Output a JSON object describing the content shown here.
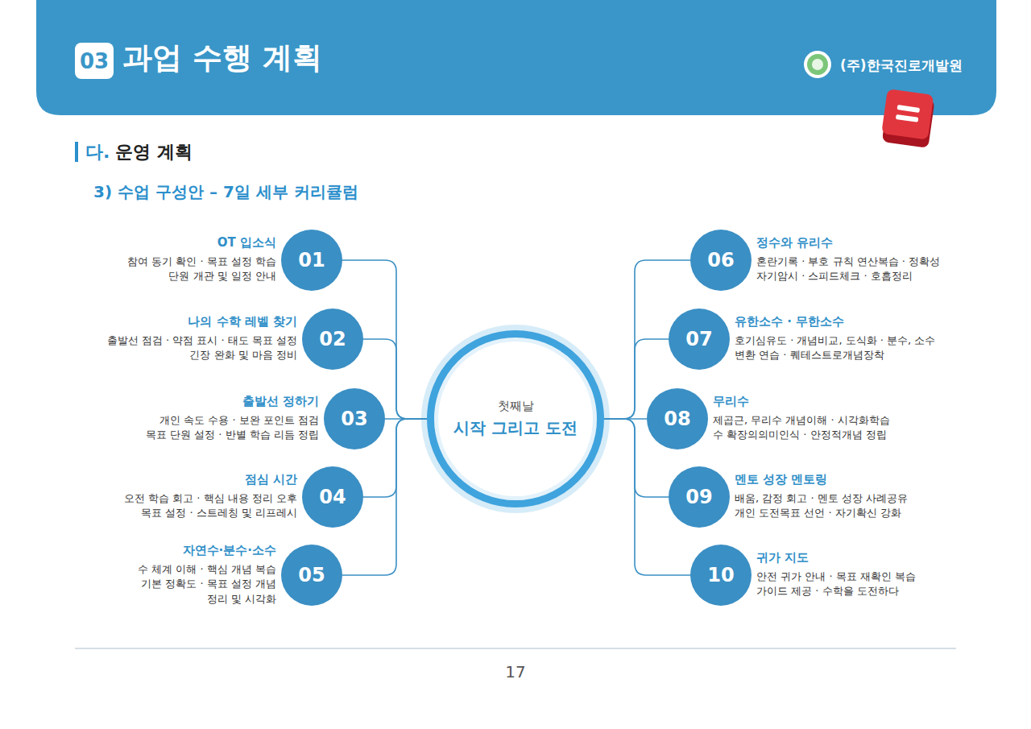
{
  "diagram": {
    "title": "과업 수행 계획",
    "nodes": [
      {
        "text": [
          "03"
        ]
      },
      {
        "text": [
          "01",
          "OT 입소식",
          "참여 동기 확인 · 목표 설정 학습 단원 개관 및 일정 안내"
        ]
      },
      {
        "text": [
          "02",
          "나의 수학 레벨 찾기",
          "출발선 점검 · 약점 표시 · 태도 목표 설정 긴장 완화 및 마음 정비"
        ]
      },
      {
        "text": [
          "03",
          "출발선 정하기",
          "개인 속도 수용 · 보완 포인트 점검 목표 단원 설정 · 반별 학습 리듬 정립"
        ]
      },
      {
        "text": [
          "04",
          "점심 시간",
          "오전 학습 회고 · 핵심 내용 정리 오후 목표 설정 · 스트레칭 및 리프레시"
        ]
      },
      {
        "text": [
          "05",
          "자연수·분수·소수",
          "수 체계 이해 · 핵심 개념 복습 기본 정확도 · 목표 설정 개념 정리 및 시각화"
        ]
      },
      {
        "text": [
          "첫째날",
          "시작 그리고 도전"
        ]
      },
      {
        "text": [
          "06",
          "정수와 유리수",
          "혼란기록 · 부호 규칙 연산복습 · 정확성 자기암시 · 스피드체크 · 호흡정리"
        ]
      },
      {
        "text": [
          "07",
          "유한소수 · 무한소수",
          "호기심유도 · 개념비교, 도식화 · 분수, 소수 변환 연습 · 퀘테스트로개념장착"
        ]
      },
      {
        "text": [
          "08",
          "무리수",
          "제곱근, 무리수 개념이해 · 시각화학습 수 확장의의미인식 · 안정적개념 정립"
        ]
      },
      {
        "text": [
          "09",
          "멘토 성장 멘토링",
          "배움, 감정 회고 · 멘토 성장 사례공유 개인 도전목표 선언 · 자기확신 강화"
        ]
      },
      {
        "text": [
          "10",
          "귀가 지도",
          "안전 귀가 안내 · 목표 재확인 복습 가이드 제공 · 수학을 도전하다"
        ]
      }
    ],
    "edges": [
      {
        "from": 1,
        "to": 6,
        "arrow": "none"
      },
      {
        "from": 2,
        "to": 6,
        "arrow": "none"
      },
      {
        "from": 3,
        "to": 6,
        "arrow": "none"
      },
      {
        "from": 4,
        "to": 6,
        "arrow": "none"
      },
      {
        "from": 5,
        "to": 6,
        "arrow": "none"
      },
      {
        "from": 7,
        "to": 6,
        "arrow": "none"
      },
      {
        "from": 8,
        "to": 6,
        "arrow": "none"
      },
      {
        "from": 9,
        "to": 6,
        "arrow": "none"
      },
      {
        "from": 10,
        "to": 6,
        "arrow": "none"
      },
      {
        "from": 11,
        "to": 6,
        "arrow": "none"
      }
    ],
    "labels": [
      "(주)한국진로개발원",
      "다.",
      "운영 계획",
      "3) 수업 구성안 – 7일 세부 커리큘럼",
      "17"
    ]
  }
}
